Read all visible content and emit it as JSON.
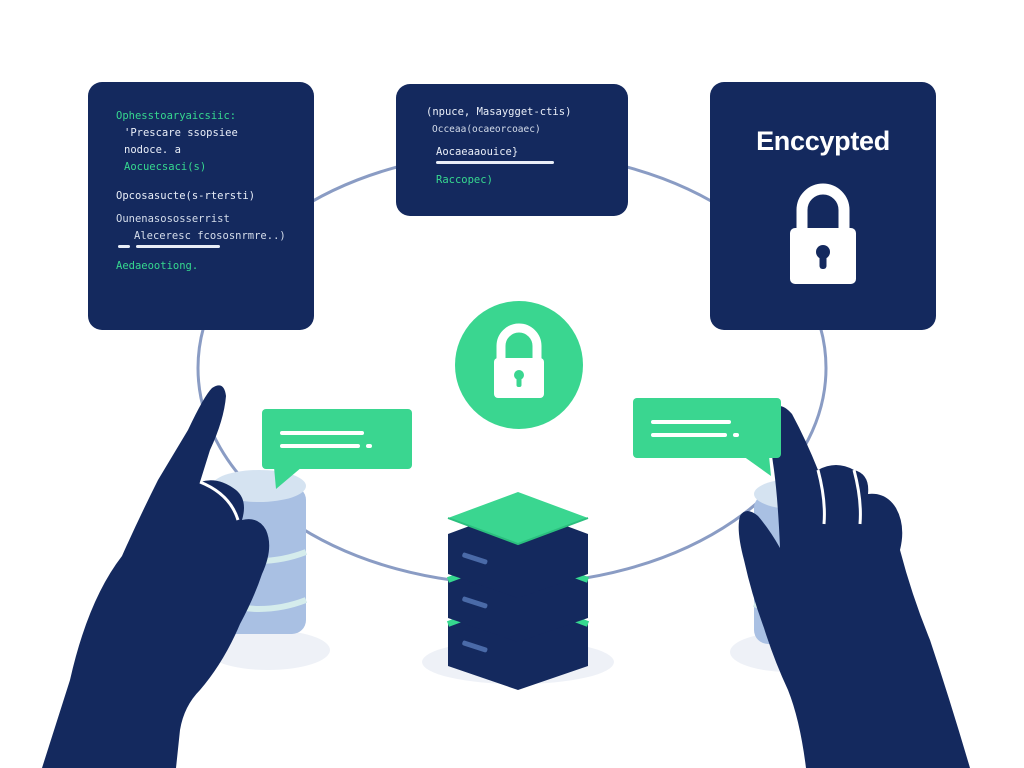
{
  "scene": {
    "colors": {
      "navy": "#14295e",
      "green": "#36d88f",
      "ring": "#8a9cc4",
      "shadow": "#eef1f7",
      "db_light": "#a9c0e3"
    },
    "icons": [
      "padlock-icon",
      "server-stack-icon",
      "chat-bubble-icon",
      "pointing-hand-icon"
    ]
  },
  "panel_left": {
    "lines": [
      "Ophesstoaryaicsiic:",
      "'Prescare ssopsiee",
      "nodoce. a",
      "Aocuecsaci(s)",
      "Opcosasucte(s-rtersti)",
      "Ounenasososserrist",
      "Aleceresc fcososnrmre..)",
      "Aedaeootiong."
    ]
  },
  "panel_mid": {
    "lines": [
      "(npuce, Masaygget-ctis)",
      "Occeaa(ocaeorcoaec)",
      "Aocaeaaouice}",
      "Raccopec)"
    ]
  },
  "panel_right": {
    "title": "Enccypted"
  }
}
